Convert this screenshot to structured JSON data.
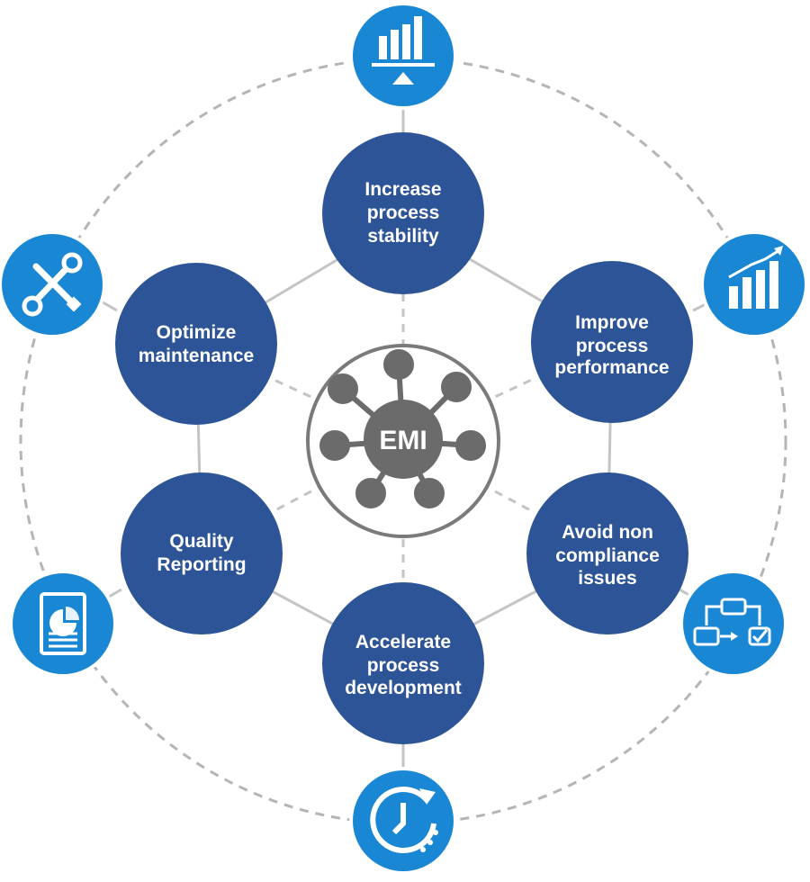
{
  "colors": {
    "node_fill": "#2d5496",
    "icon_fill": "#1a87d4",
    "hub_fill": "#6b6b6b",
    "dashed_ring": "#b5b5b5",
    "connector": "#c4c4c4"
  },
  "hub": {
    "label": "EMI"
  },
  "nodes": [
    {
      "lines": [
        "Increase",
        "process",
        "stability"
      ]
    },
    {
      "lines": [
        "Improve",
        "process",
        "performance"
      ]
    },
    {
      "lines": [
        "Avoid non",
        "compliance",
        "issues"
      ]
    },
    {
      "lines": [
        "Accelerate",
        "process",
        "development"
      ]
    },
    {
      "lines": [
        "Quality",
        "Reporting"
      ]
    },
    {
      "lines": [
        "Optimize",
        "maintenance"
      ]
    }
  ],
  "icons": [
    {
      "name": "balance-chart-icon"
    },
    {
      "name": "growth-chart-icon"
    },
    {
      "name": "workflow-check-icon"
    },
    {
      "name": "clock-refresh-icon"
    },
    {
      "name": "report-document-icon"
    },
    {
      "name": "tools-icon"
    }
  ]
}
